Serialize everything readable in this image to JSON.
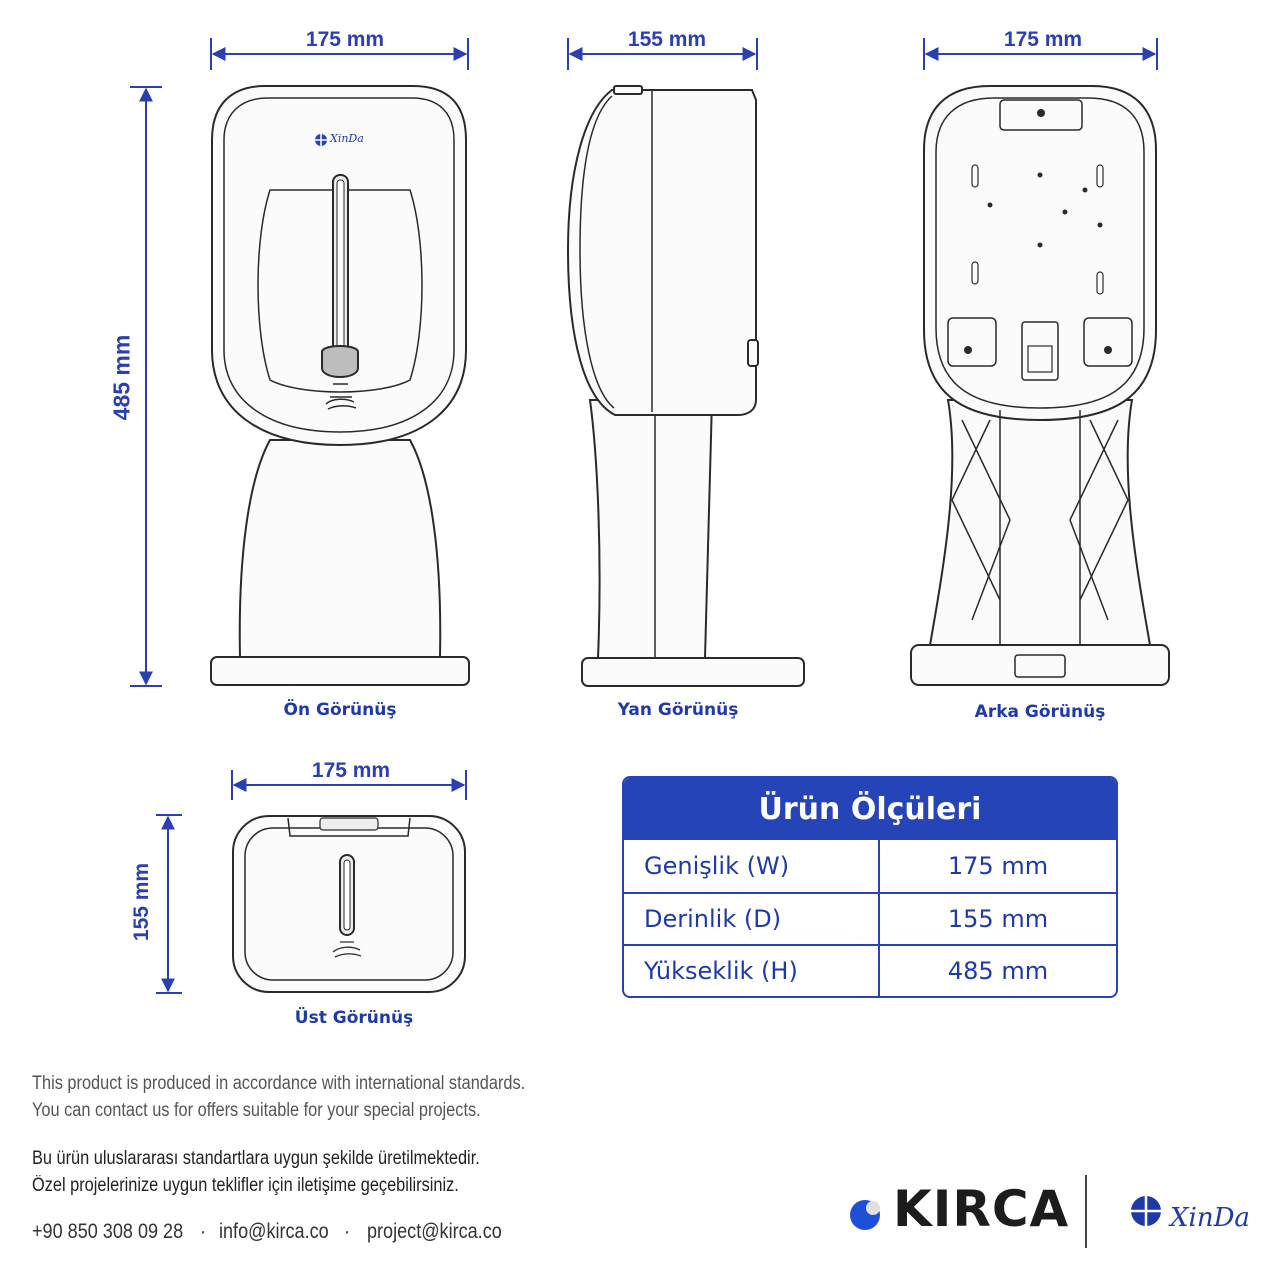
{
  "dimensions": {
    "front_width": "175 mm",
    "side_depth": "155 mm",
    "back_width": "175 mm",
    "height": "485 mm",
    "top_width": "175 mm",
    "top_depth": "155 mm"
  },
  "views": {
    "front": "Ön Görünüş",
    "side": "Yan Görünüş",
    "back": "Arka Görünüş",
    "top": "Üst Görünüş"
  },
  "table": {
    "title": "Ürün Ölçüleri",
    "rows": [
      {
        "label": "Genişlik (W)",
        "value": "175 mm"
      },
      {
        "label": "Derinlik (D)",
        "value": "155 mm"
      },
      {
        "label": "Yükseklik (H)",
        "value": "485 mm"
      }
    ]
  },
  "notes": {
    "en_1": "This product is produced in accordance with international standards.",
    "en_2": "You can contact us for offers suitable for your special projects.",
    "tr_1": "Bu ürün uluslararası standartlara uygun şekilde üretilmektedir.",
    "tr_2": "Özel projelerinize uygun teklifler için iletişime geçebilirsiniz."
  },
  "contact": {
    "phone": "+90 850 308 09 28",
    "email": "info@kirca.co",
    "project_email": "project@kirca.co",
    "separator": "·"
  },
  "brands": {
    "kirca": "KIRCA",
    "xinda": "XinDa",
    "product_logo": "XinDa"
  },
  "colors": {
    "accent": "#2444b8",
    "outline": "#2a2a2a",
    "kirca_dot": "#1f4fd8"
  },
  "icons": [
    "hand-sensor-icon",
    "kirca-logo-icon",
    "xinda-logo-icon"
  ]
}
